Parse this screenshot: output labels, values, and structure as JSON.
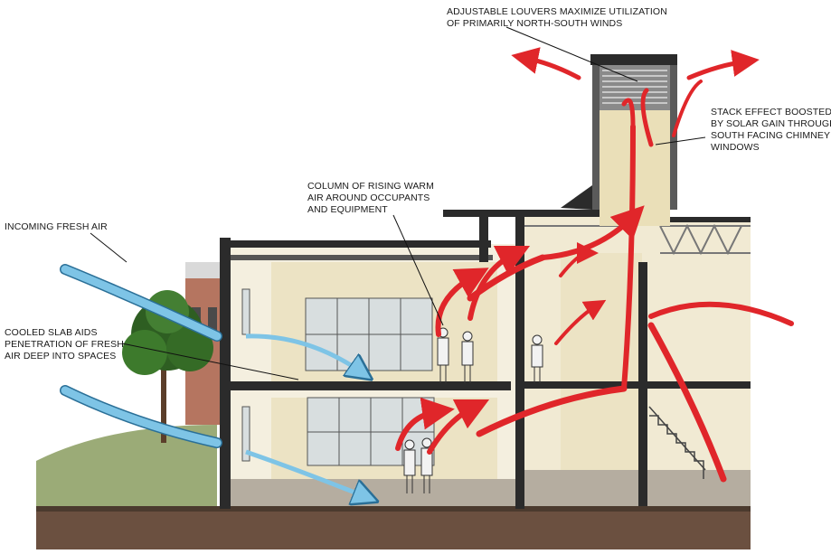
{
  "annotations": {
    "louvers": [
      "ADJUSTABLE LOUVERS MAXIMIZE UTILIZATION",
      "OF PRIMARILY NORTH-SOUTH WINDS"
    ],
    "stack_effect": [
      "STACK EFFECT BOOSTED",
      "BY SOLAR GAIN THROUGH",
      "SOUTH FACING CHIMNEY",
      "WINDOWS"
    ],
    "rising_air": [
      "COLUMN OF RISING WARM",
      "AIR AROUND OCCUPANTS",
      "AND EQUIPMENT"
    ],
    "fresh_air": [
      "INCOMING FRESH AIR"
    ],
    "cooled_slab": [
      "COOLED SLAB AIDS",
      "PENETRATION OF FRESH",
      "AIR DEEP INTO SPACES"
    ]
  },
  "colors": {
    "fresh_air_arrow": "#7ec4e6",
    "fresh_air_outline": "#2a6f97",
    "warm_air_arrow": "#e0262a",
    "wall_fill": "#ece3c4",
    "ground": "#6b5040",
    "structure": "#2b2b2b"
  }
}
